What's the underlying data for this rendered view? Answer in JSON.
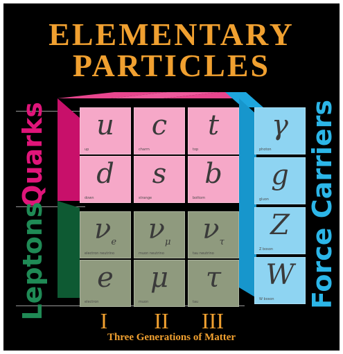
{
  "title": {
    "line1": "ELEMENTARY",
    "line2": "PARTICLES"
  },
  "labels": {
    "quarks": "Quarks",
    "leptons": "Leptons",
    "force_carriers": "Force Carriers"
  },
  "generations": {
    "numerals": [
      "I",
      "II",
      "III"
    ],
    "caption": "Three Generations of Matter"
  },
  "colors": {
    "title": "#f0a030",
    "quarks": "#e0157a",
    "leptons": "#1f8a55",
    "force_carriers": "#2cb6e8"
  },
  "quarks": [
    {
      "symbol": "u",
      "sub": "",
      "name": "up"
    },
    {
      "symbol": "c",
      "sub": "",
      "name": "charm"
    },
    {
      "symbol": "t",
      "sub": "",
      "name": "top"
    },
    {
      "symbol": "d",
      "sub": "",
      "name": "down"
    },
    {
      "symbol": "s",
      "sub": "",
      "name": "strange"
    },
    {
      "symbol": "b",
      "sub": "",
      "name": "bottom"
    }
  ],
  "leptons": [
    {
      "symbol": "ν",
      "sub": "e",
      "name": "electron neutrino"
    },
    {
      "symbol": "ν",
      "sub": "μ",
      "name": "muon neutrino"
    },
    {
      "symbol": "ν",
      "sub": "τ",
      "name": "tau neutrino"
    },
    {
      "symbol": "e",
      "sub": "",
      "name": "electron"
    },
    {
      "symbol": "μ",
      "sub": "",
      "name": "muon"
    },
    {
      "symbol": "τ",
      "sub": "",
      "name": "tau"
    }
  ],
  "force_carriers": [
    {
      "symbol": "γ",
      "sub": "",
      "name": "photon"
    },
    {
      "symbol": "g",
      "sub": "",
      "name": "gluon"
    },
    {
      "symbol": "Z",
      "sub": "",
      "name": "Z boson"
    },
    {
      "symbol": "W",
      "sub": "",
      "name": "W boson"
    }
  ]
}
